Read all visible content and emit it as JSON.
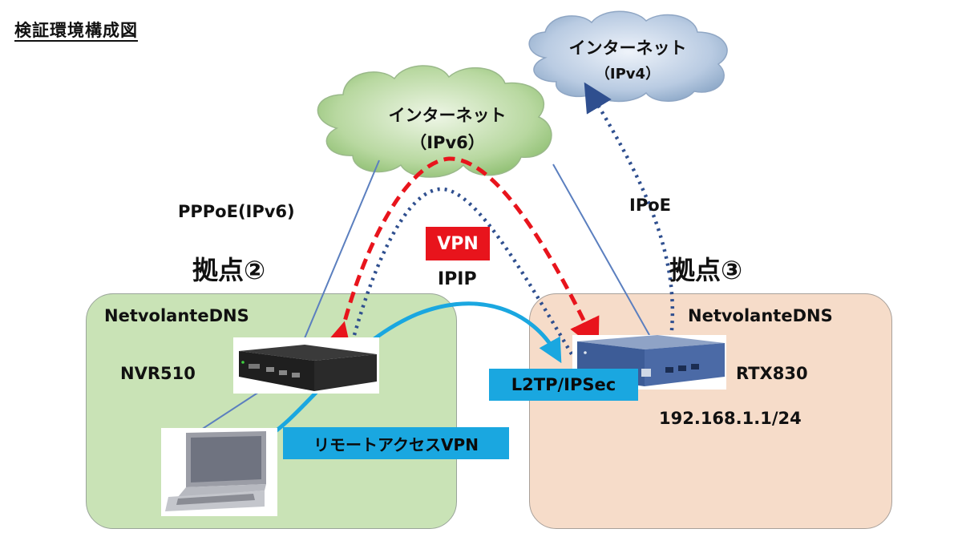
{
  "title": "検証環境構成図",
  "clouds": {
    "ipv6": {
      "line1": "インターネット",
      "line2": "（IPv6）"
    },
    "ipv4": {
      "line1": "インターネット",
      "line2": "（IPv4）"
    }
  },
  "connections": {
    "left": "PPPoE(IPv6)",
    "right": "IPoE"
  },
  "tunnels": {
    "vpn": "VPN",
    "ipip": "IPIP",
    "l2tp": "L2TP/IPSec",
    "remote": "リモートアクセスVPN"
  },
  "sites": {
    "site2": {
      "name": "拠点②",
      "dns": "NetvolanteDNS",
      "router": "NVR510"
    },
    "site3": {
      "name": "拠点③",
      "dns": "NetvolanteDNS",
      "router": "RTX830",
      "address": "192.168.1.1/24"
    }
  },
  "colors": {
    "site2_bg": "#c9e3b6",
    "site3_bg": "#f6dcc9",
    "cloud_green": "#a9cf8f",
    "cloud_blue": "#a9bfd8",
    "vpn_red": "#e8141c",
    "dotted_blue": "#2f4f8f",
    "remote_blue": "#1aa7e0"
  }
}
